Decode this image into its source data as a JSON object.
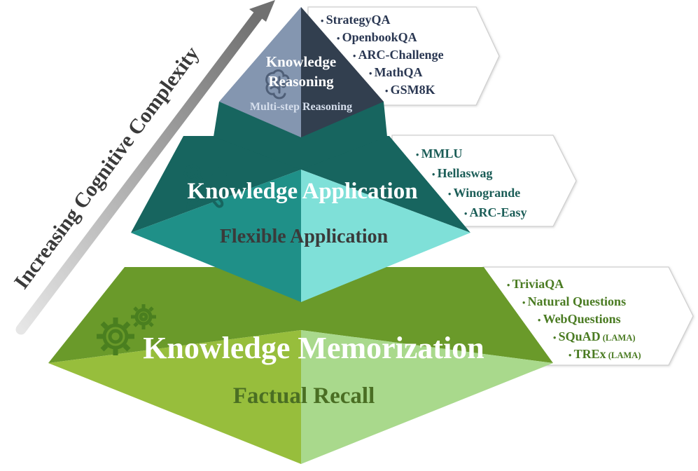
{
  "axis": {
    "label": "Increasing Cognitive Complexity"
  },
  "tiers": {
    "top": {
      "title_line1": "Knowledge",
      "title_line2": "Reasoning",
      "subtitle": "Multi-step Reasoning",
      "datasets": [
        "StrategyQA",
        "OpenbookQA",
        "ARC-Challenge",
        "MathQA",
        "GSM8K"
      ]
    },
    "middle": {
      "title": "Knowledge Application",
      "subtitle": "Flexible Application",
      "datasets": [
        "MMLU",
        "Hellaswag",
        "Winogrande",
        "ARC-Easy"
      ]
    },
    "bottom": {
      "title": "Knowledge Memorization",
      "subtitle": "Factual Recall",
      "datasets": [
        {
          "name": "TriviaQA",
          "note": ""
        },
        {
          "name": "Natural Questions",
          "note": ""
        },
        {
          "name": "WebQuestions",
          "note": ""
        },
        {
          "name": "SQuAD",
          "note": "(LAMA)"
        },
        {
          "name": "TREx",
          "note": "(LAMA)"
        }
      ]
    }
  },
  "colors": {
    "top_left": "#8496b0",
    "top_right": "#323f4f",
    "mid_left": "#1f9088",
    "mid_right": "#7fe0d8",
    "mid_band": "#17655f",
    "bot_left": "#97be3c",
    "bot_right": "#a9d98c",
    "bot_band": "#6a9a2a",
    "top_text": "#2a3752",
    "mid_text": "#1b5d57",
    "bot_text": "#4a7b22"
  },
  "icons": [
    "brain-icon",
    "wrench-screwdriver-icon",
    "gears-icon"
  ]
}
